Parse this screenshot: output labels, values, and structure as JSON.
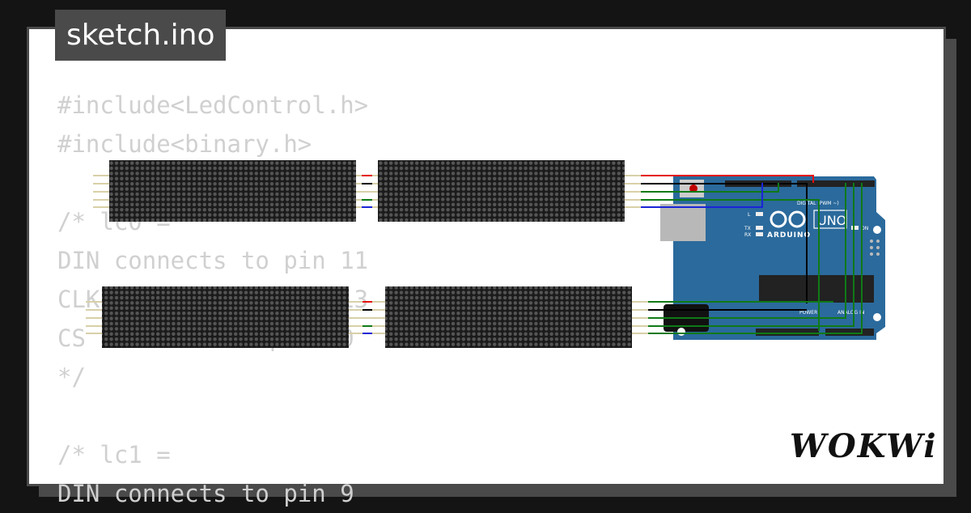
{
  "tab": {
    "title": "sketch.ino"
  },
  "code_lines": [
    "#include<LedControl.h>",
    "#include<binary.h>",
    "",
    "/* lc0 =",
    "DIN connects to pin 11",
    "CLK connects to pin 13",
    "CS connects to pin 10",
    "*/",
    "",
    "/* lc1 =",
    "DIN connects to pin 9"
  ],
  "arduino": {
    "logo_text": "ARDUINO",
    "model": "UNO",
    "digital_label": "DIGITAL (PWM ~)",
    "power_label": "POWER",
    "analog_label": "ANALOG IN",
    "led_l": "L",
    "led_tx": "TX",
    "led_rx": "RX",
    "led_on": "ON"
  },
  "brand": {
    "logo": "WOKWi"
  },
  "colors": {
    "background": "#141414",
    "card": "#ffffff",
    "frame": "#4a4a4a",
    "code_text": "#d0d0d0",
    "board_blue": "#2b6a9c",
    "matrix": "#1b1b1b",
    "wire_red": "#e51010",
    "wire_black": "#000000",
    "wire_green": "#0f7a16",
    "wire_blue": "#1a24d6"
  }
}
